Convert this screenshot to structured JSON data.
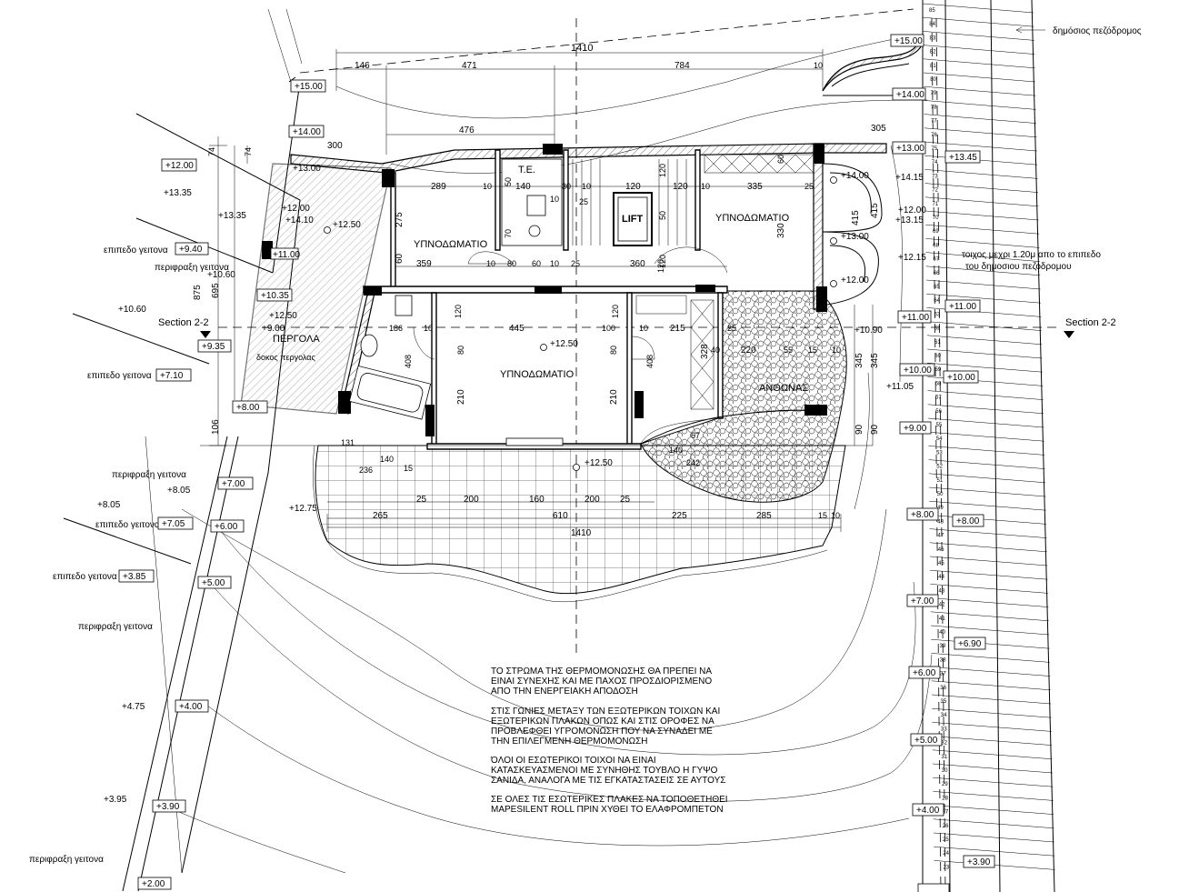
{
  "public_street": "δημόσιος πεζόδρομος",
  "wall_note_line1": "τοιχος μεχρι 1.20μ απο το επιπεδο",
  "wall_note_line2": "του δημοσιου πεζοδρομου",
  "section_label": "Section 2-2",
  "rooms": {
    "bed_top_left": "ΥΠΝΟΔΩΜΑΤΙΟ",
    "bed_top_right": "ΥΠΝΟΔΩΜΑΤΙΟ",
    "bed_center": "ΥΠΝΟΔΩΜΑΤΙΟ",
    "te": "Τ.Ε.",
    "lift": "LIFT",
    "garden": "ΑΝΘΩΝΑΣ",
    "pergola": "ΠΕΡΓΟΛΑ",
    "pergola_beams": "δοκος περγολας"
  },
  "neighbors": {
    "level": "επιπεδο γειτονα",
    "fence": "περιφραξη γειτονα"
  },
  "notes": [
    [
      "ΤΟ ΣΤΡΩΜΑ ΤΗΣ ΘΕΡΜΟΜΟΝΩΣΗΣ ΘΑ ΠΡΕΠΕΙ ΝΑ",
      "ΕΙΝΑΙ ΣΥΝΕΧΗΣ ΚΑΙ ΜΕ ΠΑΧΟΣ ΠΡΟΣΔΙΟΡΙΣΜΕΝΟ",
      "ΑΠΟ ΤΗΝ ΕΝΕΡΓΕΙΑΚΗ ΑΠΟΔΟΣΗ"
    ],
    [
      "ΣΤΙΣ ΓΩΝΙΕΣ ΜΕΤΑΞΥ ΤΩΝ ΕΞΩΤΕΡΙΚΩΝ ΤΟΙΧΩΝ ΚΑΙ",
      "ΕΞΩΤΕΡΙΚΩΝ ΠΛΑΚΩΝ ΟΠΩΣ ΚΑΙ ΣΤΙΣ ΟΡΟΦΕΣ ΝΑ",
      "ΠΡΟΒΛΕΦΘΕΙ ΥΓΡΟΜΟΝΩΣΗ ΠΟΥ ΝΑ ΣΥΝΑΔΕΙ ΜΕ",
      "ΤΗΝ ΕΠΙΛΕΓΜΕΝΗ ΘΕΡΜΟΜΟΝΩΣΗ"
    ],
    [
      "ΌΛΟΙ ΟΙ ΕΣΩΤΕΡΙΚΟΙ ΤΟΙΧΟΙ ΝΑ ΕΙΝΑΙ",
      "ΚΑΤΑΣΚΕΥΑΣΜΕΝΟΙ ΜΕ ΣΥΝΗΘΗΣ ΤΟΥΒΛΟ Η ΓΥΨΟ",
      "ΣΑΝΙΔΑ, ΑΝΑΛΟΓΑ ΜΕ ΤΙΣ ΕΓΚΑΤΑΣΤΑΣΕΙΣ ΣΕ ΑΥΤΟΥΣ"
    ],
    [
      "ΣΕ ΟΛΕΣ ΤΙΣ ΕΣΩΤΕΡΙΚΕΣ ΠΛΑΚΕΣ ΝΑ ΤΟΠΟΘΕΤΗΘΕΙ",
      "MAPESILENT ROLL ΠΡΙΝ ΧΥΘΕΙ ΤΟ ΕΛΑΦΡΟΜΠΕΤΟΝ"
    ]
  ],
  "levels": {
    "plus1500": "+15.00",
    "plus1400": "+14.00",
    "plus1200": "+12.00",
    "plus1335": "+13.35",
    "plus940": "+9.40",
    "plus1060": "+10.60",
    "plus1035": "+10.35",
    "plus935": "+9.35",
    "plus710": "+7.10",
    "plus805": "+8.05",
    "plus705": "+7.05",
    "plus385": "+3.85",
    "plus475": "+4.75",
    "plus395": "+3.95",
    "plus390": "+3.90",
    "plus200": "+2.00",
    "plus800": "+8.00",
    "plus700": "+7.00",
    "plus600": "+6.00",
    "plus500": "+5.00",
    "plus400": "+4.00",
    "plus1250": "+12.50",
    "plus1275": "+12.75",
    "plus1300": "+13.00",
    "plus1415": "+14.15",
    "plus1315": "+13.15",
    "plus1215": "+12.15",
    "plus1100": "+11.00",
    "plus1090": "+10.90",
    "plus1000": "+10.00",
    "plus1105": "+11.05",
    "plus900": "+9.00",
    "plus1345": "+13.45",
    "plus690": "+6.90",
    "plus1410": "+14.10",
    "plus1050": "+15.00",
    "plus1400b": "+14.00"
  },
  "dims": {
    "d1410": "1410",
    "d146": "146",
    "d471": "471",
    "d784": "784",
    "d10": "10",
    "d476": "476",
    "d300": "300",
    "d305": "305",
    "d74": "74",
    "d875": "875",
    "d695": "695",
    "d106": "106",
    "d289": "289",
    "d140": "140",
    "d30": "30",
    "d120": "120",
    "d335": "335",
    "d25": "25",
    "d60": "60",
    "d275": "275",
    "d330": "330",
    "d50": "50",
    "d70": "70",
    "d359": "359",
    "d80": "80",
    "d360": "360",
    "d186": "186",
    "d445": "445",
    "d100": "100",
    "d215": "215",
    "d328": "328",
    "d40": "40",
    "d220": "220",
    "d55": "55",
    "d15": "15",
    "d345": "345",
    "d408": "408",
    "d210": "210",
    "d90": "90",
    "d131": "131",
    "d236": "236",
    "d200": "200",
    "d160": "160",
    "d265": "265",
    "d610": "610",
    "d225": "225",
    "d285": "285",
    "d415": "415",
    "d67": "67",
    "d242": "242"
  },
  "stair_numbers": [
    "85",
    "84",
    "83",
    "82",
    "81",
    "80",
    "79",
    "78",
    "77",
    "76",
    "75",
    "74",
    "73",
    "72",
    "71",
    "70",
    "69",
    "68",
    "67",
    "66",
    "65",
    "64",
    "63",
    "62",
    "61",
    "60",
    "59",
    "58",
    "57",
    "56",
    "55",
    "54",
    "53",
    "52",
    "51",
    "50",
    "49",
    "48",
    "47",
    "46",
    "45",
    "44",
    "43",
    "42",
    "41",
    "40",
    "39",
    "38",
    "37",
    "36",
    "35",
    "34",
    "33",
    "32",
    "31",
    "30",
    "29",
    "28",
    "27",
    "26",
    "25",
    "24",
    "23"
  ]
}
